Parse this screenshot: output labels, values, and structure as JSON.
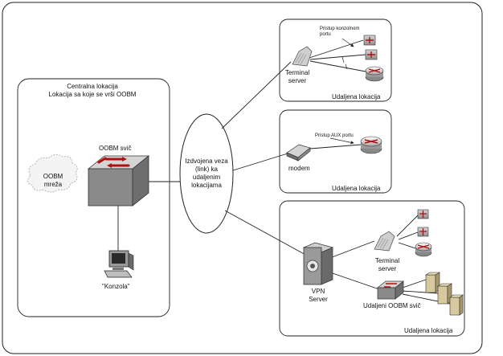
{
  "central": {
    "title_line1": "Centralna lokacija",
    "title_line2": "Lokacija sa koje se vrši OOBM",
    "switch_label": "OOBM svič",
    "cloud_label": "OOBM\nmreža",
    "console_label": "\"Konzola\""
  },
  "link": {
    "label": "Izdvojena veza\n(link) ka\nudaljenim\nlokacijama"
  },
  "remote1": {
    "annotation": "Pristup konzolnom\nportu",
    "terminal_label": "Terminal\nserver",
    "location_label": "Udaljena lokacija"
  },
  "remote2": {
    "annotation": "Pristup AUX portu",
    "modem_label": "modem",
    "location_label": "Udaljena lokacija"
  },
  "remote3": {
    "vpn_label": "VPN\nServer",
    "terminal_label": "Terminal\nserver",
    "switch_label": "Udaljeni OOBM svič",
    "location_label": "Udaljena lokacija"
  },
  "colors": {
    "border": "#222222",
    "switch_face": "#8a8a8a",
    "switch_arrow": "#b01010",
    "router_arrow": "#b01010",
    "cloud": "#b8b8b8",
    "server": "#d8c8a0"
  }
}
